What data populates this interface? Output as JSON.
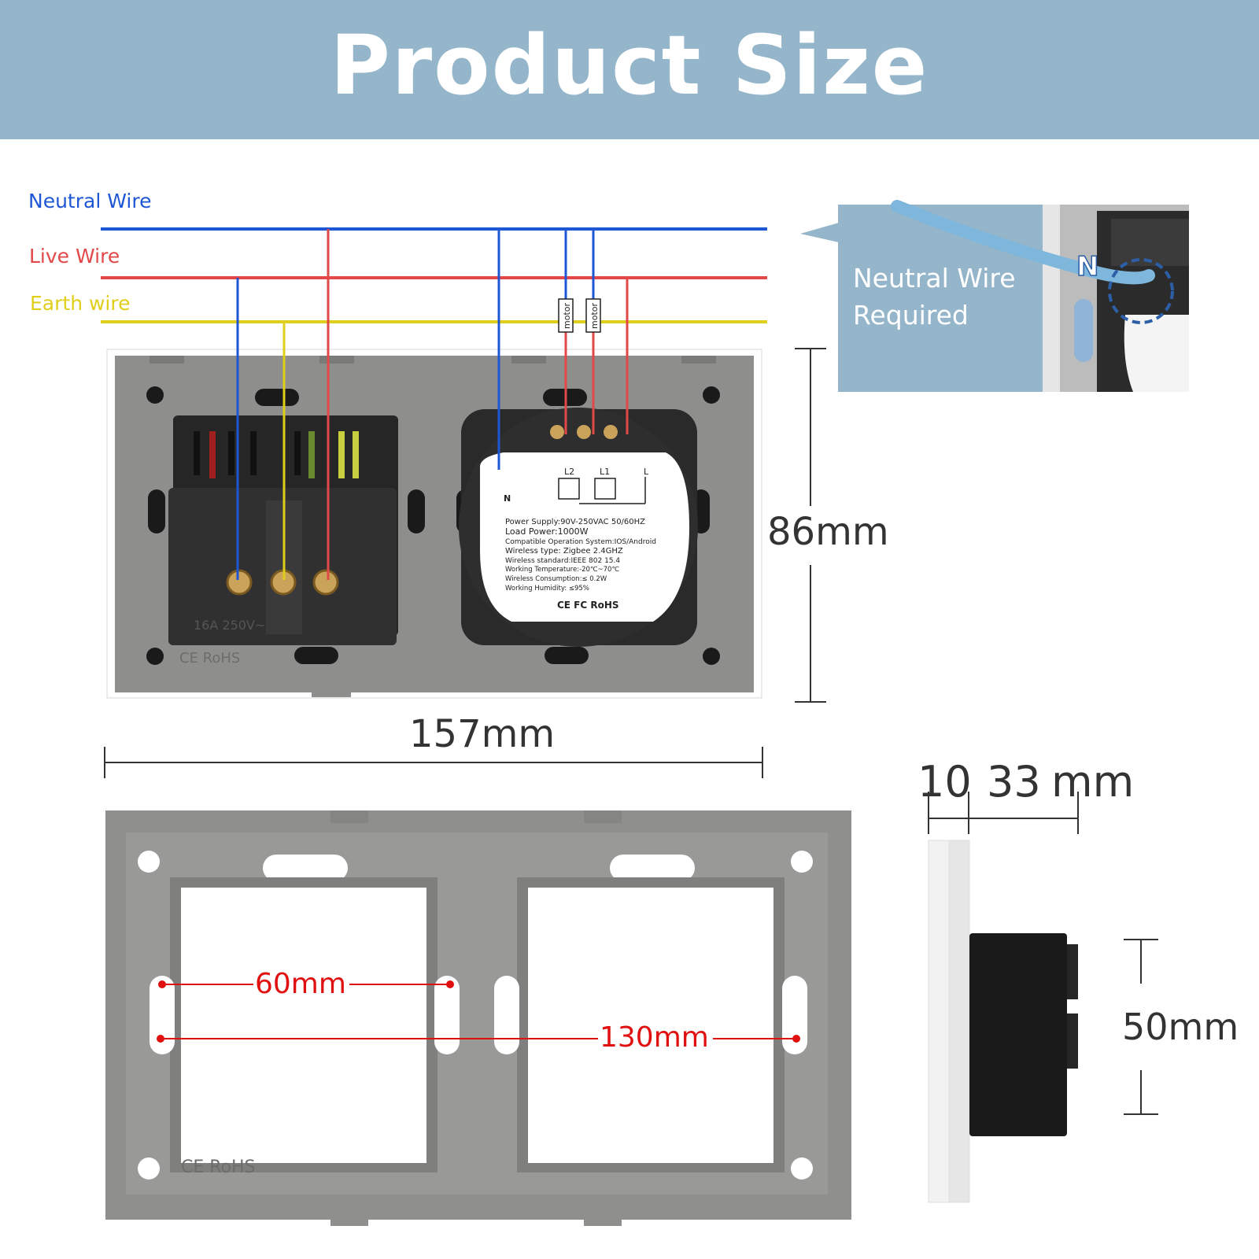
{
  "header": {
    "title": "Product Size",
    "bg": "#94b5ca"
  },
  "wires": {
    "neutral": {
      "label": "Neutral Wire",
      "color": "#1f56d6"
    },
    "live": {
      "label": "Live Wire",
      "color": "#e24848"
    },
    "earth": {
      "label": "Earth wire",
      "color": "#e0cf1a"
    },
    "motor_label": "motor"
  },
  "callout": {
    "line1": "Neutral Wire",
    "line2": "Required",
    "n_mark": "N"
  },
  "socket": {
    "rating": "16A 250V~",
    "cert": "CE RoHS"
  },
  "module": {
    "terminal_labels": [
      "L2",
      "L1",
      "L"
    ],
    "n_label": "N",
    "specs": [
      "Power Supply:90V-250VAC 50/60HZ",
      "Load Power:1000W",
      "Compatible Operation System:IOS/Android",
      "Wireless type: Zigbee 2.4GHZ",
      "Wireless standard:IEEE 802 15.4",
      "Working Temperature:-20℃~70℃",
      "Wireless Consumption:≤ 0.2W",
      "Working Humidity: ≤95%"
    ],
    "cert": "CE FC RoHS"
  },
  "dimensions": {
    "height": "86mm",
    "width": "157mm",
    "depth_a": "10",
    "depth_b": "33",
    "depth_unit": "mm",
    "hole_60": "60mm",
    "hole_130": "130mm",
    "body_height": "50mm"
  },
  "frame": {
    "cert": "CE RoHS"
  }
}
